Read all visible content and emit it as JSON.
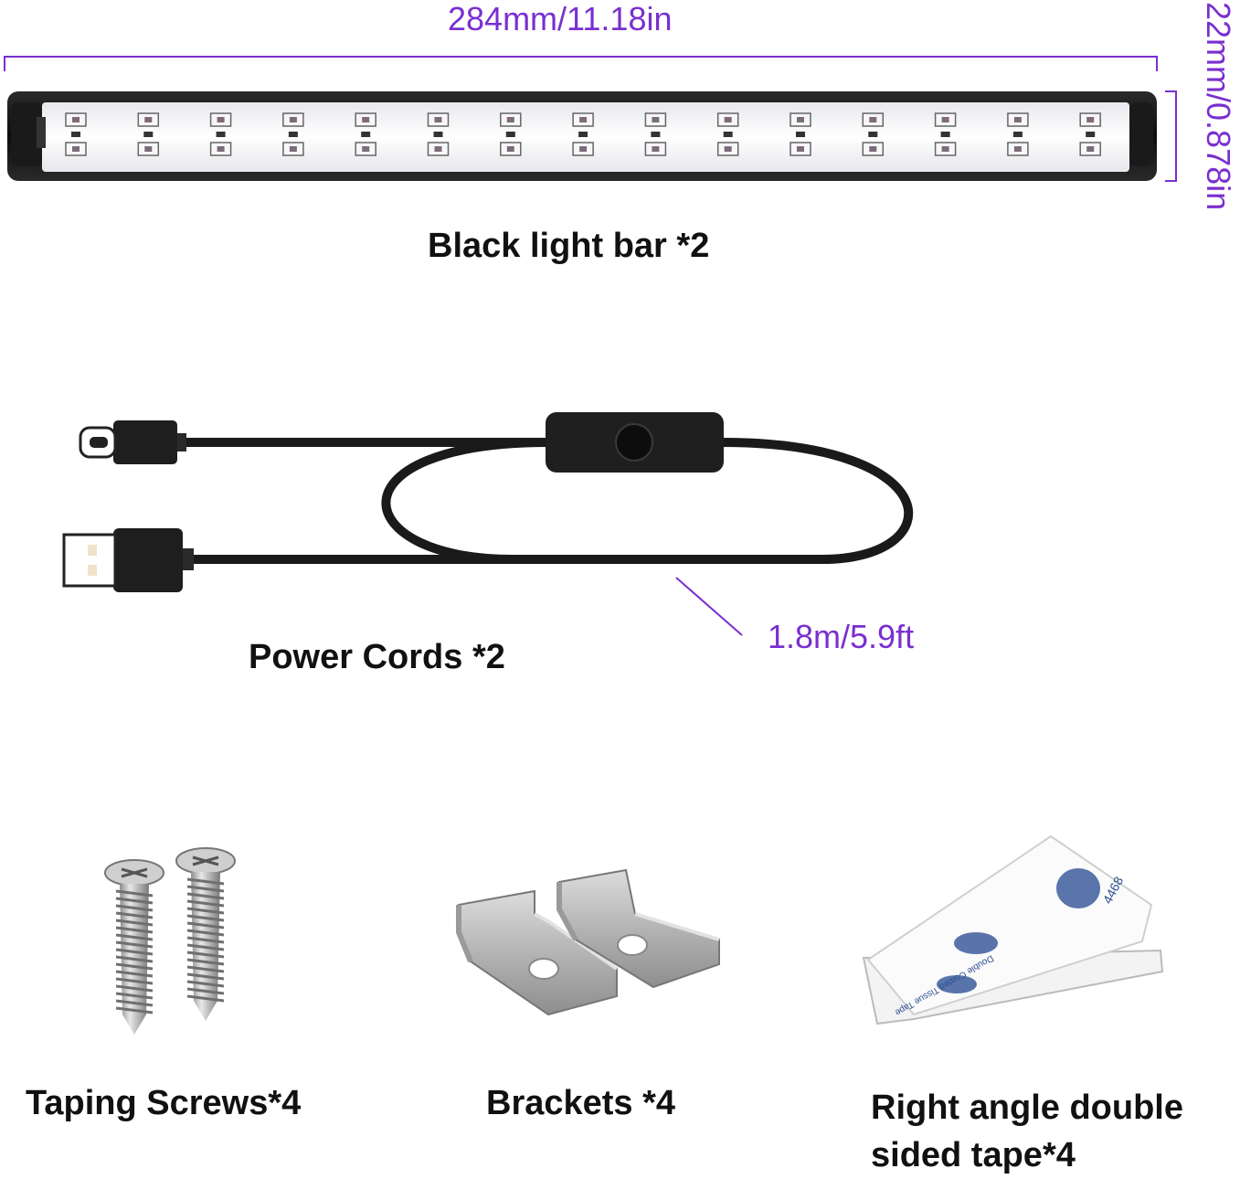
{
  "dimensions": {
    "bar_length": "284mm/11.18in",
    "bar_height": "22mm/0.878in",
    "cord_length": "1.8m/5.9ft"
  },
  "labels": {
    "light_bar": "Black light bar *2",
    "power_cords": "Power Cords *2",
    "screws": "Taping Screws*4",
    "brackets": "Brackets *4",
    "tape_line1": "Right angle double",
    "tape_line2": "sided tape*4"
  },
  "tape_print": {
    "code": "4468",
    "brand": "Double Coated Tissue Tape"
  },
  "colors": {
    "dimension": "#7a2fd0",
    "label": "#111111",
    "cable": "#1a1a1a"
  }
}
